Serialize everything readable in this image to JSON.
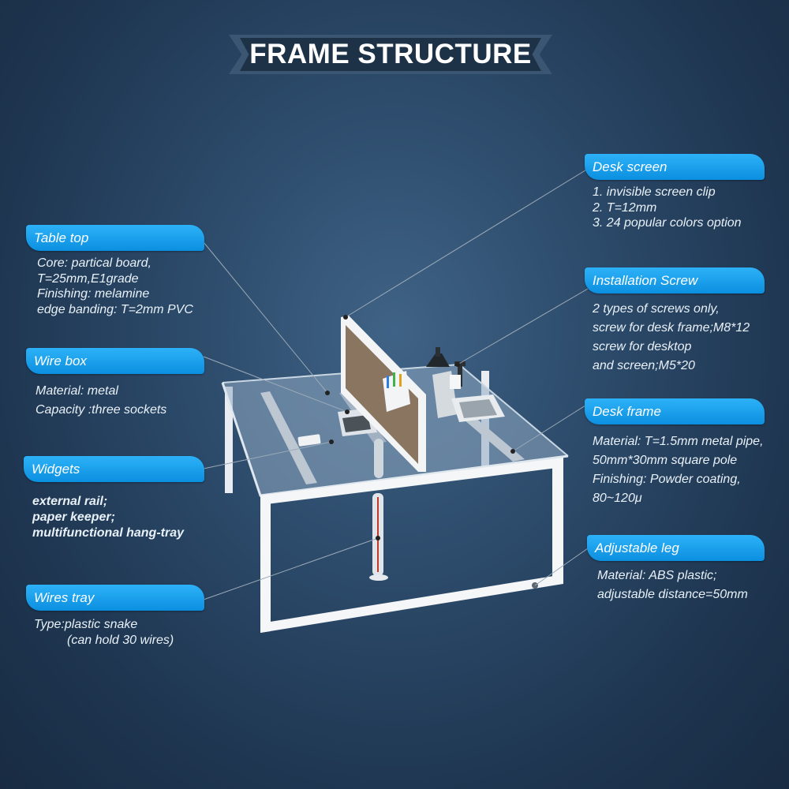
{
  "title": "FRAME STRUCTURE",
  "colors": {
    "label_bg": "#16a0f0",
    "background": "#24405e",
    "text": "#e9f1f8"
  },
  "labels": {
    "table_top": {
      "title": "Table top",
      "lines": [
        "Core: partical board,",
        "T=25mm,E1grade",
        "Finishing: melamine",
        "edge banding: T=2mm PVC"
      ]
    },
    "wire_box": {
      "title": "Wire box",
      "lines": [
        "Material: metal",
        "Capacity :three sockets"
      ]
    },
    "widgets": {
      "title": "Widgets",
      "lines": [
        "external rail;",
        "paper keeper;",
        "multifunctional hang-tray"
      ]
    },
    "wires_tray": {
      "title": "Wires tray",
      "lines": [
        "Type:plastic snake",
        "(can hold 30 wires)"
      ]
    },
    "desk_screen": {
      "title": "Desk screen",
      "lines": [
        "1. invisible screen clip",
        "2. T=12mm",
        "3. 24 popular colors option"
      ]
    },
    "installation_screw": {
      "title": "Installation Screw",
      "lines": [
        "2 types of screws only,",
        "screw for desk frame;M8*12",
        "screw for desktop",
        "and screen;M5*20"
      ]
    },
    "desk_frame": {
      "title": "Desk frame",
      "lines": [
        "Material: T=1.5mm metal pipe,",
        "50mm*30mm square pole",
        "Finishing: Powder coating,",
        "80~120μ"
      ]
    },
    "adjustable_leg": {
      "title": "Adjustable leg",
      "lines": [
        "Material: ABS plastic;",
        "adjustable distance=50mm"
      ]
    }
  }
}
